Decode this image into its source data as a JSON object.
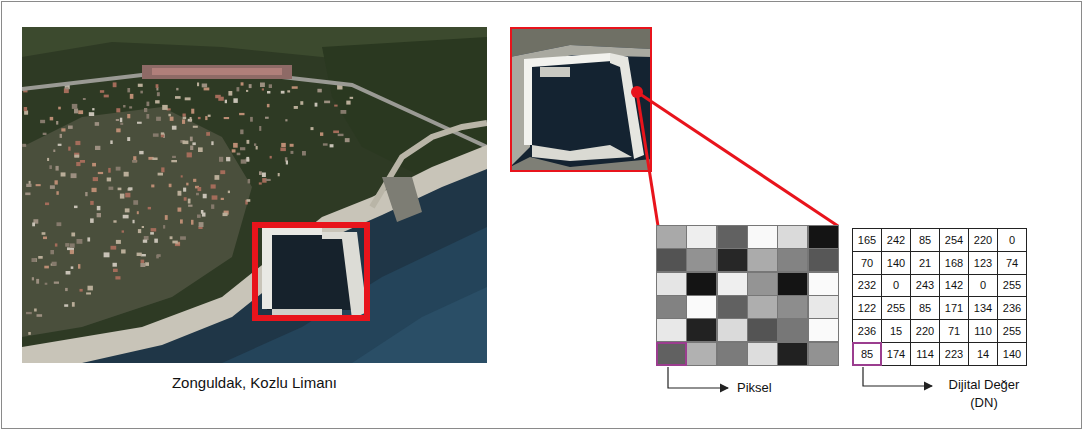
{
  "diagram": {
    "labels": [
      "Zonguldak, Kozlu Limanı",
      "165",
      "242",
      "85",
      "254",
      "220",
      "0",
      "70",
      "140",
      "21",
      "168",
      "123",
      "74",
      "232",
      "0",
      "243",
      "142",
      "0",
      "255",
      "122",
      "255",
      "85",
      "171",
      "134",
      "236",
      "236",
      "15",
      "220",
      "71",
      "110",
      "255",
      "85",
      "174",
      "114",
      "223",
      "14",
      "140",
      "Piksel",
      "Dijital Değer (DN)"
    ]
  }
}
